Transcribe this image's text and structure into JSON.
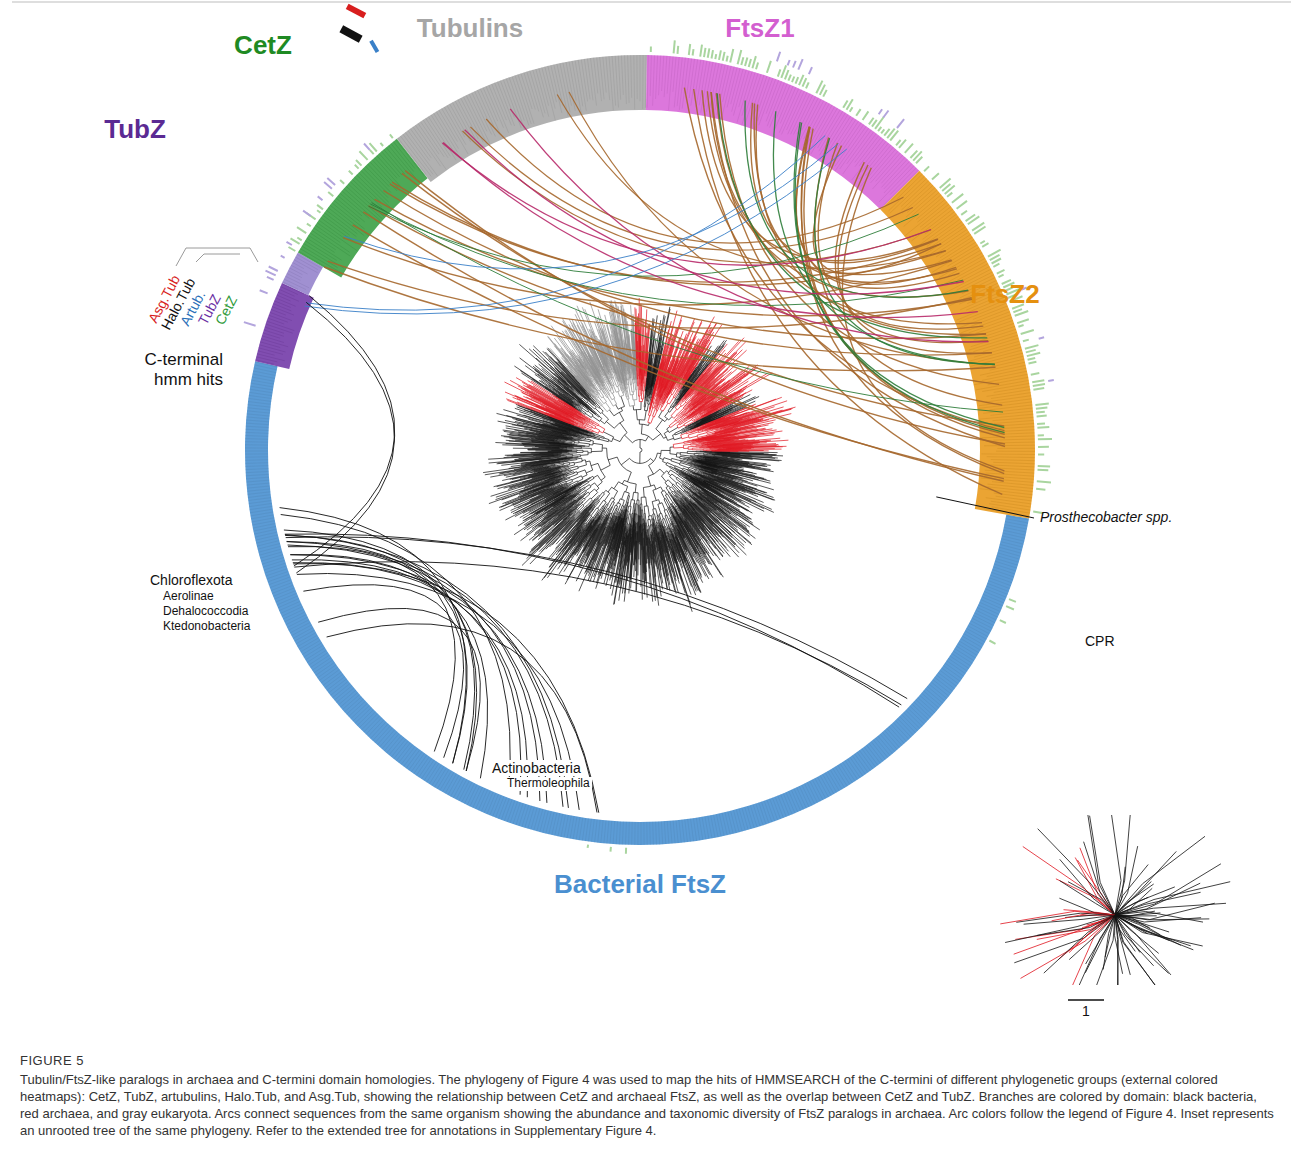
{
  "diagram": {
    "title": "FIGURE 5",
    "caption": "Tubulin/FtsZ-like paralogs in archaea and C-termini domain homologies. The phylogeny of Figure 4 was used to map the hits of HMMSEARCH of the C-termini of different phylogenetic groups (external colored heatmaps): CetZ, TubZ, artubulins, Halo.Tub, and Asg.Tub, showing the relationship between CetZ and archaeal FtsZ, as well as the overlap between CetZ and TubZ. Branches are colored by domain: black bacteria, red archaea, and gray eukaryota. Arcs connect sequences from the same organism showing the abundance and taxonomic diversity of FtsZ paralogs in archaea. Arc colors follow the legend of Figure 4. Inset represents an unrooted tree of the same phylogeny. Refer to the extended tree for annotations in Supplementary Figure 4.",
    "labels": [
      "Tubulins",
      "FtsZ1",
      "CetZ",
      "TubZ",
      "FtsZ2",
      "Asg.Tub",
      "Halo.Tub",
      "Artub.",
      "TubZ",
      "CetZ",
      "C-terminal hmm hits",
      "Prosthecobacter spp.",
      "CPR",
      "Chloroflexota",
      "Aerolinae",
      "Dehalococcodia",
      "Ktedonobacteria",
      "Actinobacteria",
      "Thermoleophila",
      "1",
      "Bacterial FtsZ"
    ]
  }
}
